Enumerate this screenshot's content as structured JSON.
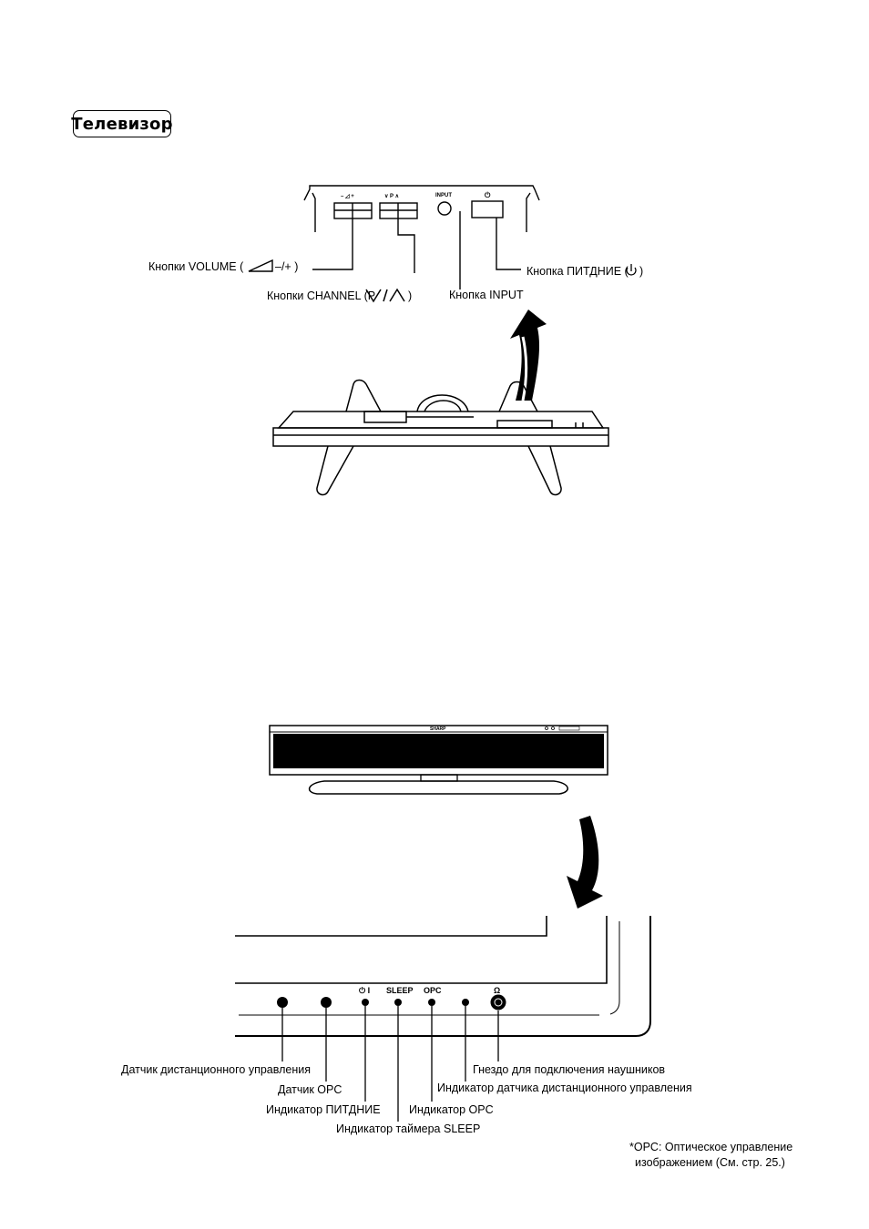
{
  "section_title": "Телевизор",
  "top_panel": {
    "volume_marks": "–  ◿  +",
    "channel_marks": "∨  P  ∧",
    "input_mark": "INPUT",
    "power_mark": "⏻"
  },
  "top_labels": {
    "volume": "Кнопки VOLUME (",
    "volume_suffix": "–/+ )",
    "channel": "Кнопки CHANNEL (P",
    "channel_suffix": ")",
    "input": "Кнопка INPUT",
    "power": "Кнопка ПИТДНИЕ (",
    "power_suffix": ")"
  },
  "tv_front": {
    "brand": "SHARP"
  },
  "front_panel": {
    "power_mark": "⏻ I",
    "sleep_mark": "SLEEP",
    "opc_mark": "OPC",
    "headphone_mark": "Ω"
  },
  "bottom_labels": {
    "remote_sensor": "Датчик дистанционного управления",
    "opc_sensor": "Датчик OPC",
    "power_indicator": "Индикатор ПИТДНИЕ",
    "sleep_indicator": "Индикатор таймера SLEEP",
    "opc_indicator": "Индикатор OPC",
    "remote_indicator": "Индикатор датчика дистанционного управления",
    "headphone_jack": "Гнездо для подключения наушников"
  },
  "footnote": {
    "line1": "*OPC: Оптическое управление",
    "line2": "изображением (См. стр. 25.)"
  }
}
